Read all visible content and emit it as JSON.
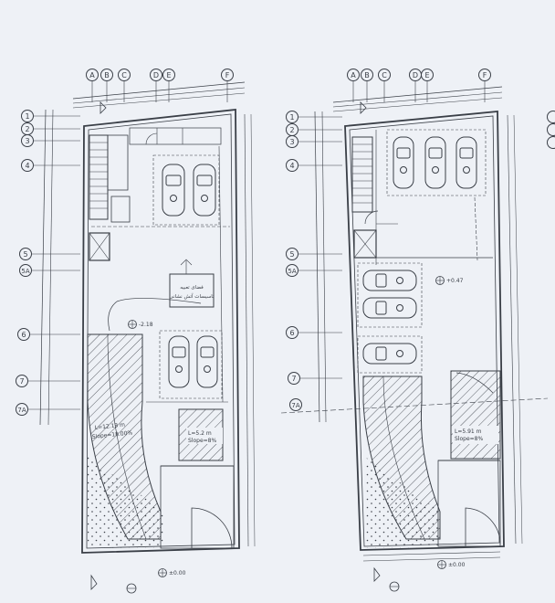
{
  "colors": {
    "paper": "#eef1f6",
    "line": "#3a3f47",
    "light": "#6b717b",
    "hatch": "#4a4f57"
  },
  "plan_left": {
    "col_labels": [
      "A",
      "B",
      "C",
      "D",
      "E",
      "F"
    ],
    "row_labels": [
      "1",
      "2",
      "3",
      "4",
      "5",
      "5A",
      "6",
      "7",
      "7A"
    ],
    "level_mid": "-2.18",
    "level_bottom": "±0.00",
    "ramp_main": {
      "length": "L=12.13 m",
      "slope": "Slope=18.00%"
    },
    "ramp_small": {
      "length": "L=5.2 m",
      "slope": "Slope=8%"
    },
    "note_line1": "فضای تعبیه",
    "note_line2": "تاسیسات آتش نشانی"
  },
  "plan_right": {
    "col_labels": [
      "A",
      "B",
      "C",
      "D",
      "E",
      "F"
    ],
    "row_labels": [
      "1",
      "2",
      "3",
      "4",
      "5",
      "5A",
      "6",
      "7",
      "7A"
    ],
    "level_mid": "+0.47",
    "level_bottom": "±0.00",
    "ramp_small": {
      "length": "L=5.91 m",
      "slope": "Slope=8%"
    }
  }
}
